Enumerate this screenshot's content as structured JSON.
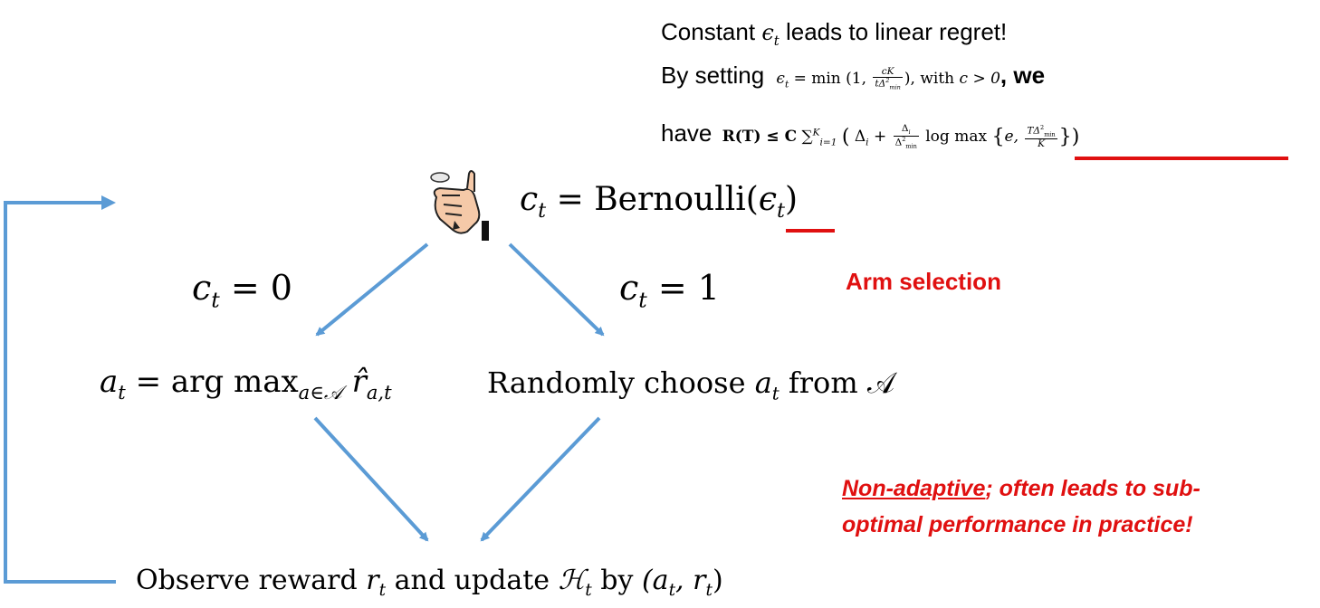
{
  "note": {
    "constant_prefix": "Constant",
    "constant_suffix": "leads to linear regret!",
    "setting_prefix": "By setting",
    "setting_suffix": ", we",
    "have_prefix": "have",
    "eps": "ϵ",
    "t": "t",
    "eq": "=",
    "min": "min",
    "one_comma": "(1,",
    "cK": "cK",
    "t_delta": "tΔ",
    "two": "2",
    "min_sub": "min",
    "close_paren": "),",
    "with": "with",
    "c_gt0": "c > 0",
    "R_T": "R(T) ≤ C",
    "sum": "∑",
    "sum_sup": "K",
    "sum_sub": "i=1",
    "open": "(",
    "delta_i": "Δ",
    "i": "i",
    "plus": "+",
    "log_max": "log max",
    "brace_open": "{",
    "e_comma": "e,",
    "T_delta": "TΔ",
    "K": "K",
    "brace_close": "}",
    "close": ")"
  },
  "top": {
    "c_t": "c",
    "t": "t",
    "eq": "=",
    "bernoulli": "Bernoulli(",
    "eps": "ϵ",
    "close": ")"
  },
  "branches": {
    "left_c": "c",
    "left_val": "= 0",
    "right_c": "c",
    "right_val": "= 1",
    "t": "t"
  },
  "arm_selection": "Arm selection",
  "actions": {
    "a_t": "a",
    "t": "t",
    "argmax": "= arg max",
    "sub_a": "a∈𝒜",
    "r_hat": "r̂",
    "r_sub": "a,t",
    "random_prefix": "Randomly choose",
    "from": "from",
    "A": "𝒜"
  },
  "warning": {
    "underlined": "Non-adaptive",
    "rest_line1": "; often leads to sub-",
    "line2": "optimal performance in practice!"
  },
  "bottom": {
    "observe": "Observe reward",
    "r": "r",
    "and_update": "and update",
    "H": "ℋ",
    "by": "by",
    "pair_open": "(a",
    "pair_mid": ", r",
    "pair_close": ")",
    "t": "t"
  },
  "colors": {
    "arrow": "#5b9bd5",
    "accent_red": "#e01010",
    "underline_red": "#e01010"
  },
  "icons": {
    "coin_flip": "hand-flipping-coin-icon"
  }
}
